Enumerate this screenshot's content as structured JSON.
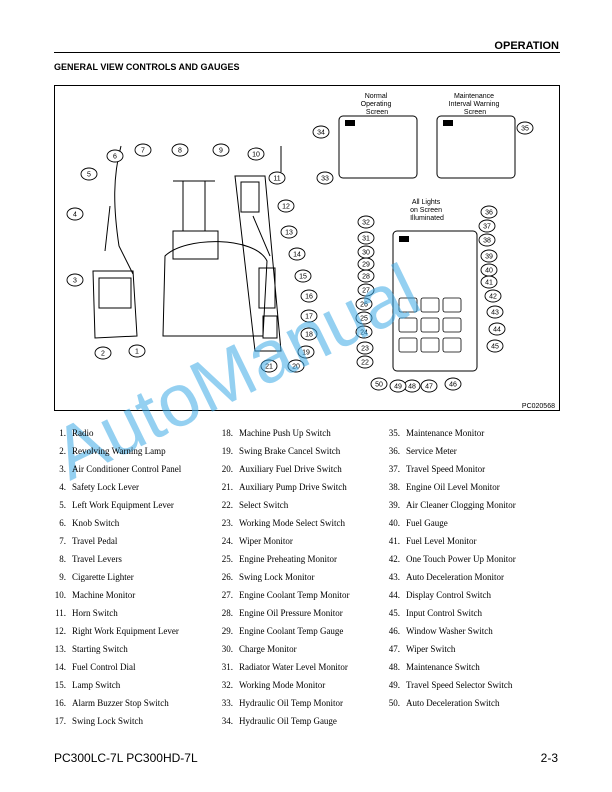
{
  "header": {
    "section": "OPERATION"
  },
  "subtitle": "GENERAL VIEW CONTROLS AND GAUGES",
  "figure": {
    "screen_normal": [
      "Normal",
      "Operating",
      "Screen"
    ],
    "screen_maint": [
      "Maintenance",
      "Interval Warning",
      "Screen"
    ],
    "screen_all": [
      "All Lights",
      "on Screen",
      "Illuminated"
    ],
    "code": "PC020568",
    "callouts": [
      "1",
      "2",
      "3",
      "4",
      "5",
      "6",
      "7",
      "8",
      "9",
      "10",
      "11",
      "12",
      "13",
      "14",
      "15",
      "16",
      "17",
      "18",
      "19",
      "20",
      "21",
      "22",
      "23",
      "24",
      "25",
      "26",
      "27",
      "28",
      "29",
      "30",
      "31",
      "32",
      "33",
      "34",
      "35",
      "36",
      "37",
      "38",
      "39",
      "40",
      "41",
      "42",
      "43",
      "44",
      "45",
      "46",
      "47",
      "48",
      "49",
      "50"
    ]
  },
  "legend": [
    [
      {
        "n": "1.",
        "t": "Radio"
      },
      {
        "n": "2.",
        "t": "Revolving Warning Lamp"
      },
      {
        "n": "3.",
        "t": "Air Conditioner Control Panel"
      },
      {
        "n": "4.",
        "t": "Safety Lock Lever"
      },
      {
        "n": "5.",
        "t": "Left Work Equipment Lever"
      },
      {
        "n": "6.",
        "t": "Knob Switch"
      },
      {
        "n": "7.",
        "t": "Travel Pedal"
      },
      {
        "n": "8.",
        "t": "Travel Levers"
      },
      {
        "n": "9.",
        "t": "Cigarette Lighter"
      },
      {
        "n": "10.",
        "t": "Machine Monitor"
      },
      {
        "n": "11.",
        "t": "Horn Switch"
      },
      {
        "n": "12.",
        "t": "Right Work Equipment Lever"
      },
      {
        "n": "13.",
        "t": "Starting Switch"
      },
      {
        "n": "14.",
        "t": "Fuel Control Dial"
      },
      {
        "n": "15.",
        "t": "Lamp Switch"
      },
      {
        "n": "16.",
        "t": "Alarm Buzzer Stop Switch"
      },
      {
        "n": "17.",
        "t": "Swing Lock Switch"
      }
    ],
    [
      {
        "n": "18.",
        "t": "Machine Push Up Switch"
      },
      {
        "n": "19.",
        "t": "Swing Brake Cancel Switch"
      },
      {
        "n": "20.",
        "t": "Auxiliary Fuel Drive Switch"
      },
      {
        "n": "21.",
        "t": "Auxiliary Pump Drive Switch"
      },
      {
        "n": "22.",
        "t": "Select Switch"
      },
      {
        "n": "23.",
        "t": "Working Mode Select Switch"
      },
      {
        "n": "24.",
        "t": "Wiper Monitor"
      },
      {
        "n": "25.",
        "t": "Engine Preheating Monitor"
      },
      {
        "n": "26.",
        "t": "Swing Lock Monitor"
      },
      {
        "n": "27.",
        "t": "Engine Coolant Temp Monitor"
      },
      {
        "n": "28.",
        "t": "Engine Oil Pressure Monitor"
      },
      {
        "n": "29.",
        "t": "Engine Coolant Temp Gauge"
      },
      {
        "n": "30.",
        "t": "Charge Monitor"
      },
      {
        "n": "31.",
        "t": "Radiator Water Level Monitor"
      },
      {
        "n": "32.",
        "t": "Working Mode Monitor"
      },
      {
        "n": "33.",
        "t": "Hydraulic Oil Temp Monitor"
      },
      {
        "n": "34.",
        "t": "Hydraulic Oil Temp Gauge"
      }
    ],
    [
      {
        "n": "35.",
        "t": "Maintenance Monitor"
      },
      {
        "n": "36.",
        "t": "Service Meter"
      },
      {
        "n": "37.",
        "t": "Travel Speed Monitor"
      },
      {
        "n": "38.",
        "t": "Engine Oil Level Monitor"
      },
      {
        "n": "39.",
        "t": "Air Cleaner Clogging Monitor"
      },
      {
        "n": "40.",
        "t": "Fuel Gauge"
      },
      {
        "n": "41.",
        "t": "Fuel Level Monitor"
      },
      {
        "n": "42.",
        "t": "One Touch Power Up Monitor"
      },
      {
        "n": "43.",
        "t": "Auto Deceleration Monitor"
      },
      {
        "n": "44.",
        "t": "Display Control Switch"
      },
      {
        "n": "45.",
        "t": "Input Control Switch"
      },
      {
        "n": "46.",
        "t": "Window Washer Switch"
      },
      {
        "n": "47.",
        "t": "Wiper Switch"
      },
      {
        "n": "48.",
        "t": "Maintenance Switch"
      },
      {
        "n": "49.",
        "t": "Travel Speed Selector Switch"
      },
      {
        "n": "50.",
        "t": "Auto Deceleration Switch"
      }
    ]
  ],
  "footer": {
    "model": "PC300LC-7L PC300HD-7L",
    "page": "2-3"
  },
  "watermark": "AutoManual"
}
